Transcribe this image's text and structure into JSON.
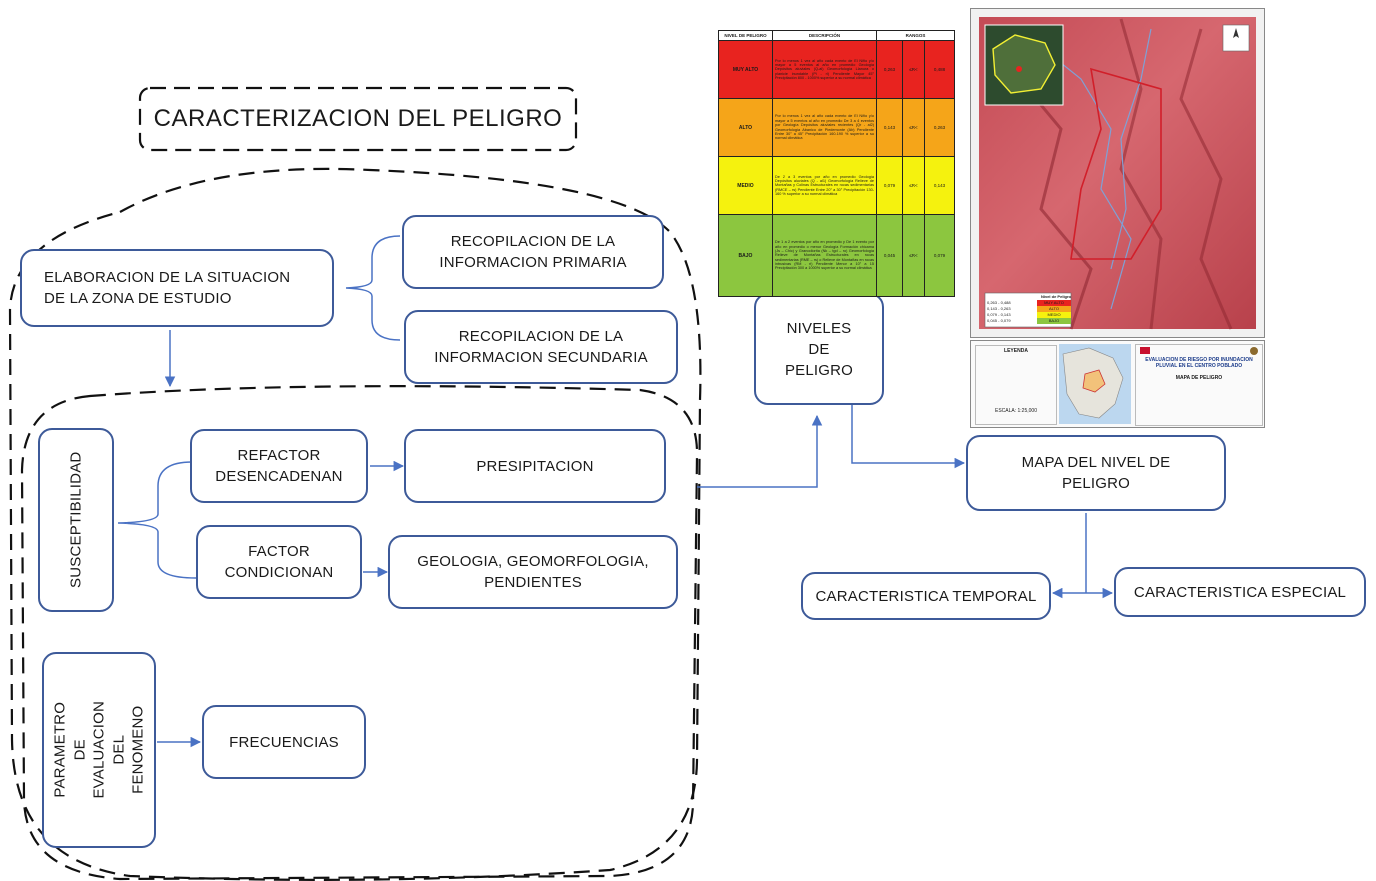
{
  "title": "CARACTERIZACION DEL PELIGRO",
  "nodes": {
    "elaboracion": "ELABORACION DE LA SITUACION\nDE LA ZONA DE ESTUDIO",
    "info_primaria": "RECOPILACION DE LA\nINFORMACION PRIMARIA",
    "info_secundaria": "RECOPILACION DE LA\nINFORMACION SECUNDARIA",
    "susceptibilidad": "SUSCEPTIBILIDAD",
    "refactor": "REFACTOR\nDESENCADENAN",
    "presipitacion": "PRESIPITACION",
    "factor": "FACTOR\nCONDICIONAN",
    "geologia": "GEOLOGIA, GEOMORFOLOGIA,\nPENDIENTES",
    "parametro": "PARAMETRO DE\nEVALUACION DEL\nFENOMENO",
    "frecuencias": "FRECUENCIAS",
    "niveles": "NIVELES\nDE\nPELIGRO",
    "mapa": "MAPA DEL NIVEL DE\nPELIGRO",
    "temporal": "CARACTERISTICA TEMPORAL",
    "especial": "CARACTERISTICA ESPECIAL"
  },
  "table": {
    "headers": [
      "NIVEL DE PELIGRO",
      "DESCRIPCIÓN",
      "RANGOS"
    ],
    "rows": [
      {
        "level": "MUY ALTO",
        "color": "#e8231f",
        "desc": "Por lo menos 1 vez al año cada evento de El Niño y/o mayor a 5 eventos al año en promedio Geología Depósitos aluviales (Q-al) Geomorfología Llanura o planicie inundable (Pi - ri) Pendiente Mayor 45° Precipitación 800 - 1000% superior a su normal climática",
        "low": "0,263",
        "op": "≤R<",
        "high": "0,488"
      },
      {
        "level": "ALTO",
        "color": "#f5a519",
        "desc": "Por lo menos 1 vez al año cada evento de El Niño y/o mayor a 5 eventos al año en promedio De 3 a 4 eventos por Geología Depósitos aluviales recientes (Qr - al2) Geomorfología Abanico de Piedemonte (Ab) Pendiente Entre 30° a 45° Precipitación 160-190 % superior a su normal climática",
        "low": "0,143",
        "op": "≤R<",
        "high": "0,263"
      },
      {
        "level": "MEDIO",
        "color": "#f5f20e",
        "desc": "De 2 a 3 eventos por año en promedio Geología Depósitos aluviales (Q - al1) Geomorfología Relieve de Montañas y Colinas Estructurales en rocas sedimentarias (RMCE – rs) Pendiente Entre 20° a 30° Precipitación 130-160 % superior a su normal climática",
        "low": "0,079",
        "op": "≤R<",
        "high": "0,143"
      },
      {
        "level": "BAJO",
        "color": "#8cc63f",
        "desc": "De 1 a 2 eventos por año en promedio y De 1 evento por año en promedio o menor Geología Formación chicama (Js – Chic) y Granodiorita (Nk – tgd – ro) Geomorfología Relieve de Montañas Estructurales en rocas sedimentarias (RME – rs) o Relieve de Montañas en rocas intrusivas (RM - ri) Pendiente Menor a 10° a 15 Precipitación 300 a 1000% superior a su normal climática",
        "low": "0,045",
        "op": "≤R<",
        "high": "0,079"
      }
    ]
  },
  "map": {
    "legend_title": "Nivel de Peligro",
    "legend_rows": [
      {
        "range": "0,263 - 0,488",
        "label": "MUY ALTO",
        "color": "#e8231f"
      },
      {
        "range": "0,143 - 0,263",
        "label": "ALTO",
        "color": "#f5a519"
      },
      {
        "range": "0,079 - 0,143",
        "label": "MEDIO",
        "color": "#f5f20e"
      },
      {
        "range": "0,045 - 0,079",
        "label": "BAJO",
        "color": "#8cc63f"
      }
    ],
    "info_legend": "LEYENDA",
    "info_title": "EVALUACION DE RIESGO POR INUNDACION PLUVIAL EN EL CENTRO POBLADO",
    "info_subtitle": "MAPA DE PELIGRO",
    "scale": "ESCALA: 1:25,000"
  },
  "colors": {
    "node_border": "#3d5a99",
    "arrow": "#4a72c4",
    "dash": "#111111"
  }
}
